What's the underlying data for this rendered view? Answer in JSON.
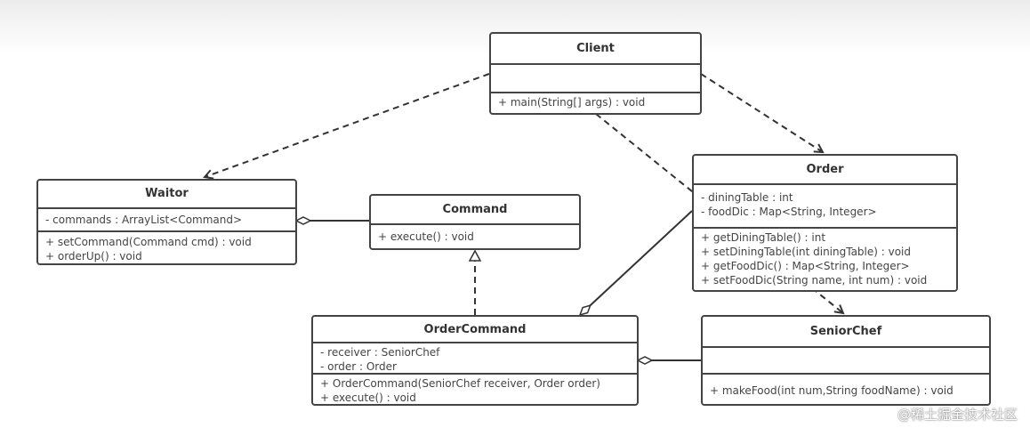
{
  "classes": {
    "client": {
      "name": "Client",
      "attributes": [],
      "operations": [
        "+ main(String[] args) : void"
      ]
    },
    "waitor": {
      "name": "Waitor",
      "attributes": [
        "- commands :  ArrayList<Command>"
      ],
      "operations": [
        "+ setCommand(Command cmd) : void",
        "+ orderUp() : void"
      ]
    },
    "command": {
      "name": "Command",
      "operations": [
        "+ execute() : void"
      ]
    },
    "order": {
      "name": "Order",
      "attributes": [
        "- diningTable : int",
        "- foodDic :   Map<String, Integer>"
      ],
      "operations": [
        "+ getDiningTable() : int",
        "+ setDiningTable(int diningTable) : void",
        "+ getFoodDic() : Map<String, Integer>",
        "+ setFoodDic(String name, int num) : void"
      ]
    },
    "orderCommand": {
      "name": "OrderCommand",
      "attributes": [
        "- receiver : SeniorChef",
        "- order : Order"
      ],
      "operations": [
        "+ OrderCommand(SeniorChef receiver, Order order)",
        "+ execute() : void"
      ]
    },
    "seniorChef": {
      "name": "SeniorChef",
      "attributes": [],
      "operations": [
        "+ makeFood(int num,String foodName) : void"
      ]
    }
  },
  "relations": [
    {
      "from": "Client",
      "to": "Waitor",
      "type": "dependency"
    },
    {
      "from": "Client",
      "to": "Order",
      "type": "dependency"
    },
    {
      "from": "Client",
      "to": "SeniorChef",
      "type": "dependency"
    },
    {
      "from": "Waitor",
      "to": "Command",
      "type": "aggregation"
    },
    {
      "from": "OrderCommand",
      "to": "Command",
      "type": "realization"
    },
    {
      "from": "OrderCommand",
      "to": "Order",
      "type": "aggregation"
    },
    {
      "from": "OrderCommand",
      "to": "SeniorChef",
      "type": "aggregation"
    }
  ],
  "watermark": "@稀土掘金技术社区"
}
